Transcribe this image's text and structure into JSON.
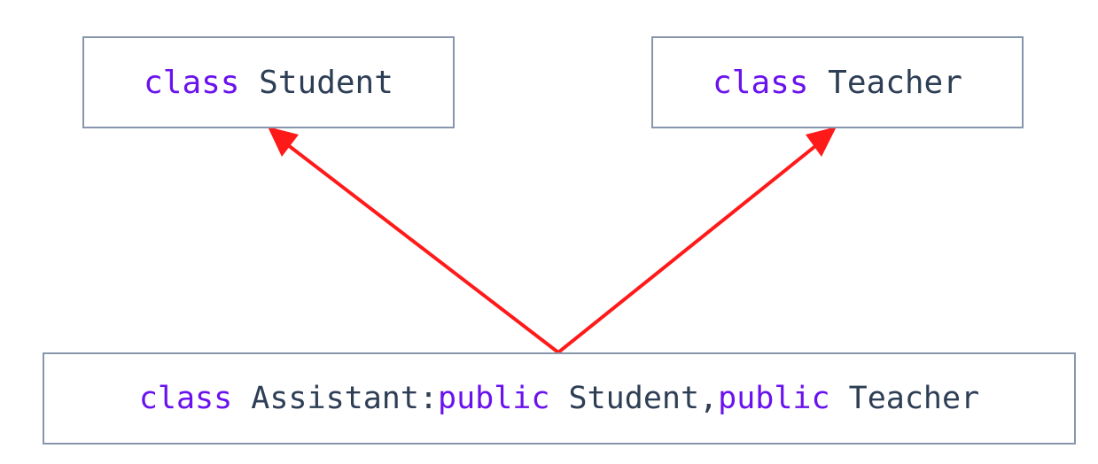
{
  "student_class": {
    "keyword": "class",
    "name": "Student"
  },
  "teacher_class": {
    "keyword": "class",
    "name": "Teacher"
  },
  "assistant_class": {
    "keyword": "class",
    "name": "Assistant",
    "colon": ":",
    "access1": "public",
    "base1": "Student",
    "comma": ",",
    "access2": "public",
    "base2": "Teacher"
  },
  "colors": {
    "keyword": "#6a12ee",
    "identifier": "#2d3e55",
    "box_border": "#8796ad",
    "arrow": "#ff1a1a"
  }
}
